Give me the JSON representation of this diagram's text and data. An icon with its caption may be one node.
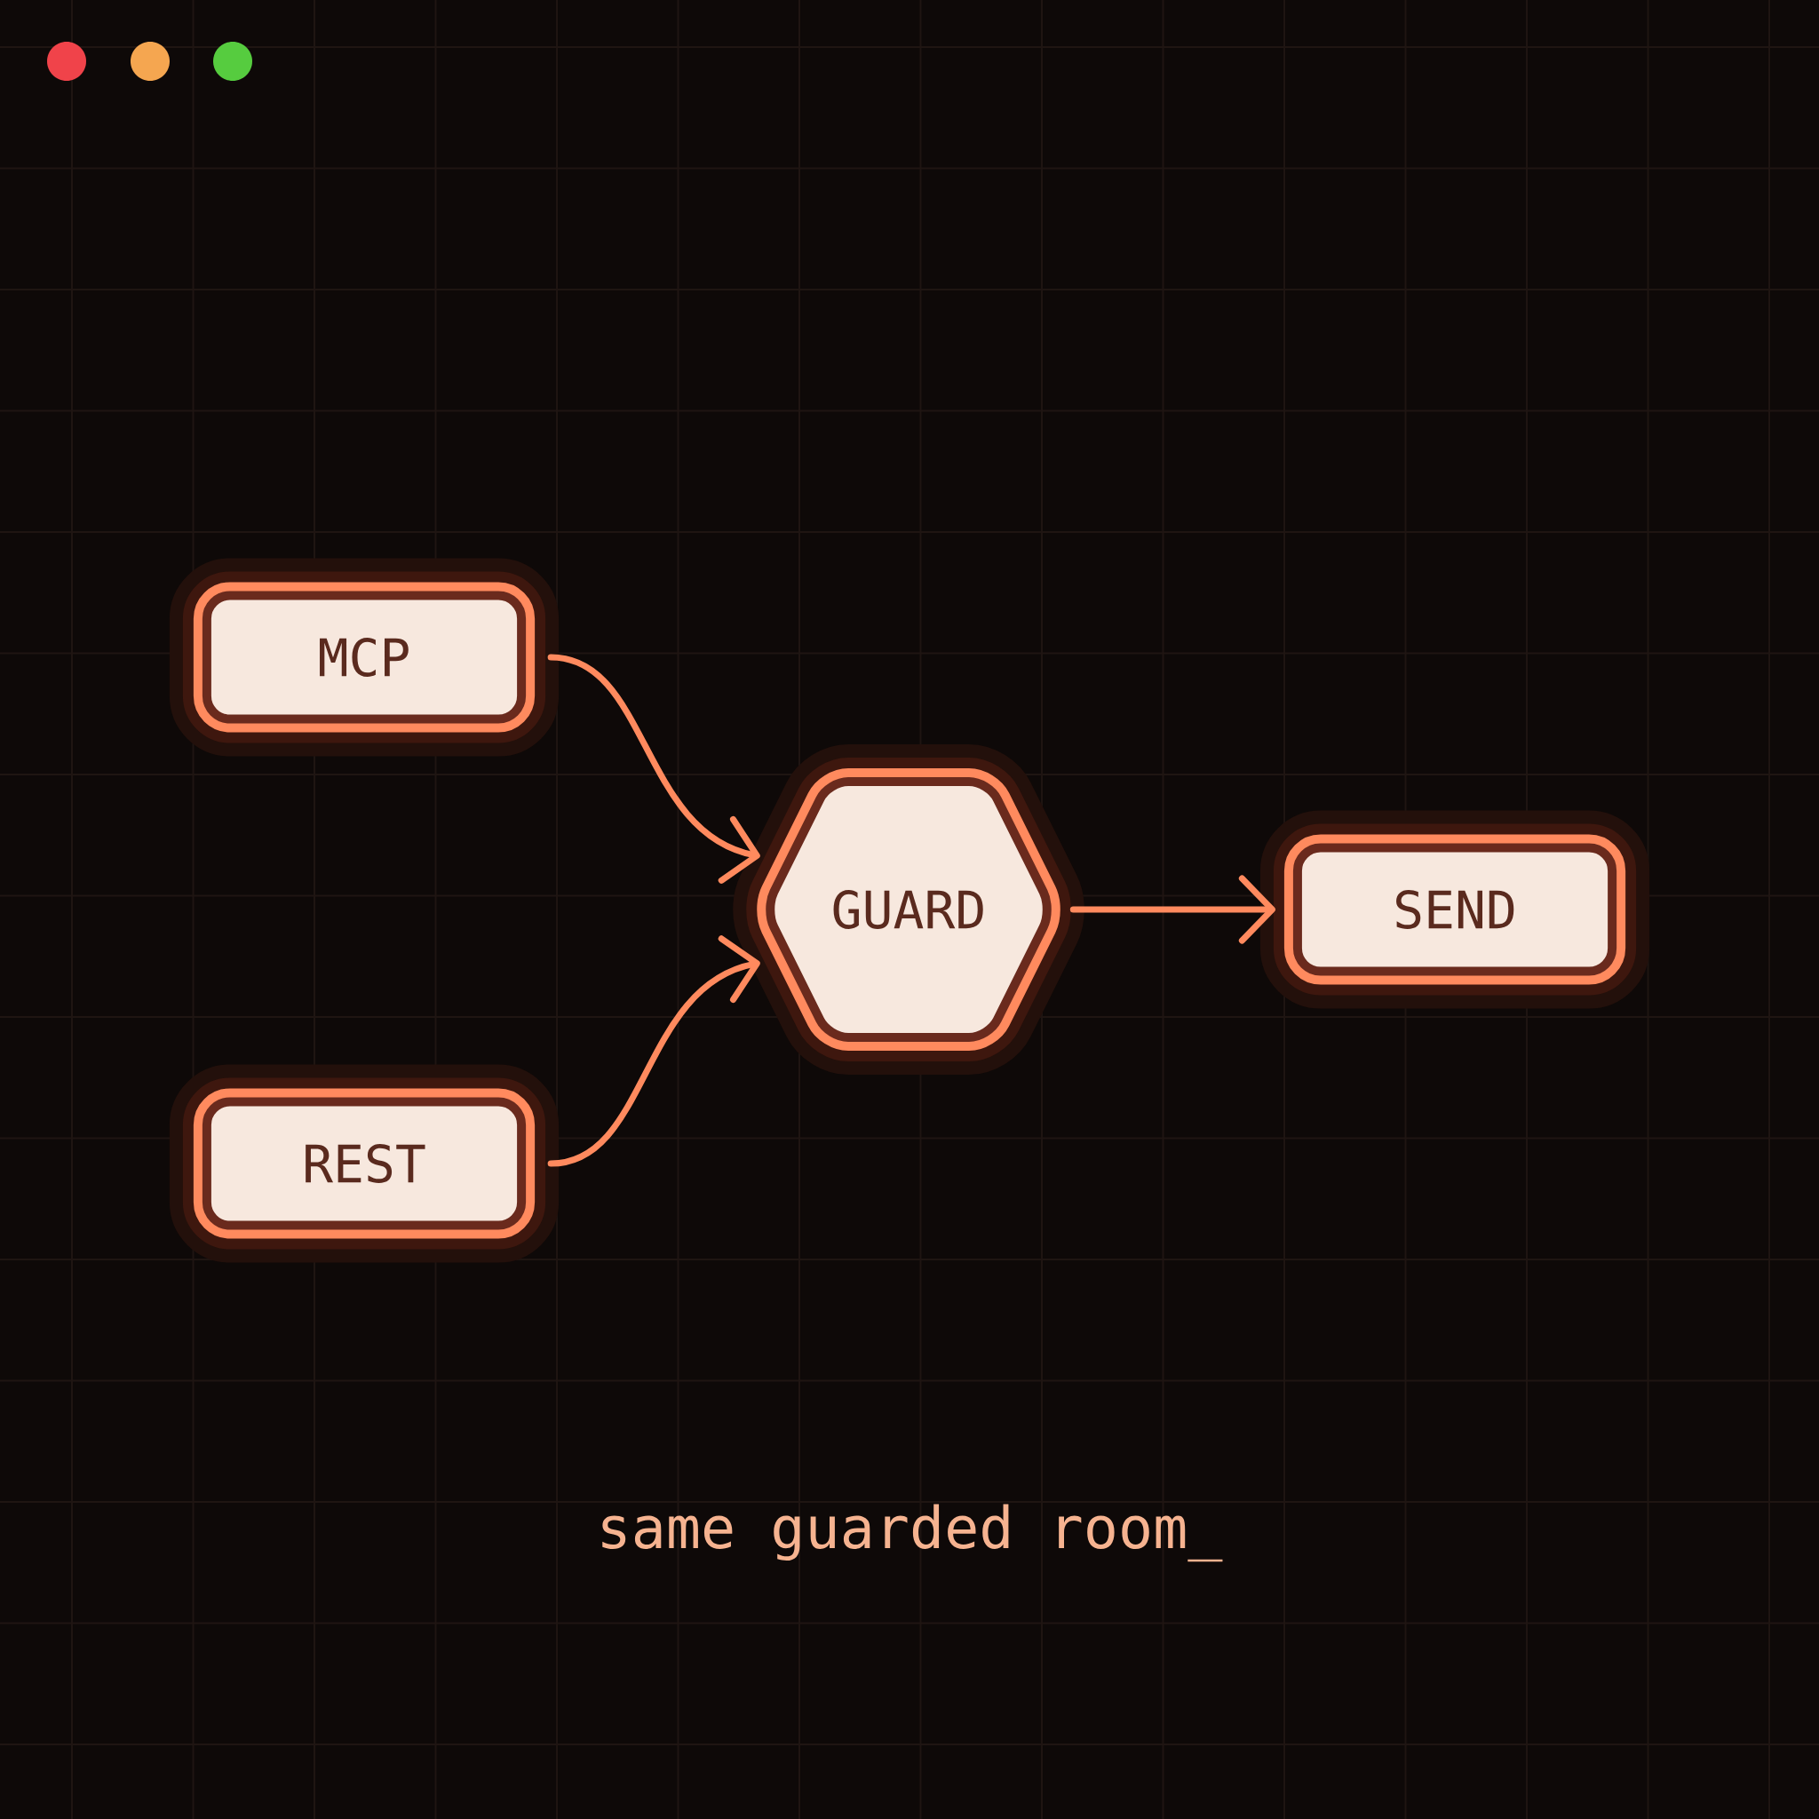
{
  "diagram": {
    "nodes": [
      {
        "text": [
          "MCP"
        ]
      },
      {
        "text": [
          "REST"
        ]
      },
      {
        "text": [
          "GUARD"
        ]
      },
      {
        "text": [
          "SEND"
        ]
      }
    ],
    "edges": [
      {
        "from": 0,
        "to": 2,
        "arrow": "to"
      },
      {
        "from": 1,
        "to": 2,
        "arrow": "to"
      },
      {
        "from": 2,
        "to": 3,
        "arrow": "to"
      }
    ],
    "caption": "same guarded room_"
  }
}
